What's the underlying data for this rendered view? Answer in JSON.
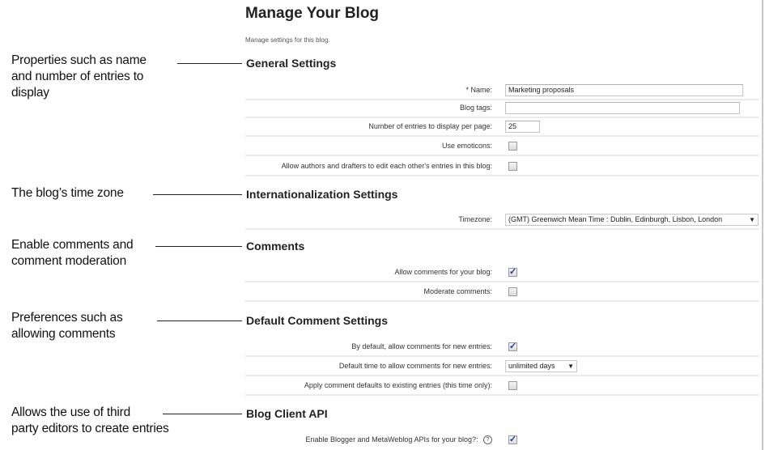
{
  "page": {
    "title": "Manage Your Blog",
    "description": "Manage settings for this blog."
  },
  "annotations": [
    {
      "lines": [
        "Properties such as name",
        "and number of entries to",
        "display"
      ]
    },
    {
      "lines": [
        "The blog’s time zone"
      ]
    },
    {
      "lines": [
        "Enable comments and",
        "comment moderation"
      ]
    },
    {
      "lines": [
        "Preferences such as",
        "allowing comments"
      ]
    },
    {
      "lines": [
        "Allows the use of third",
        "party editors  to create entries"
      ]
    }
  ],
  "sections": {
    "general": {
      "title": "General Settings",
      "name_label": "* Name:",
      "name_value": "Marketing proposals",
      "tags_label": "Blog tags:",
      "tags_value": "",
      "entries_label": "Number of entries to display per page:",
      "entries_value": "25",
      "emoticons_label": "Use emoticons:",
      "emoticons_checked": false,
      "edit_label": "Allow authors and drafters to edit each other's entries in this blog:",
      "edit_checked": false
    },
    "intl": {
      "title": "Internationalization Settings",
      "timezone_label": "Timezone:",
      "timezone_value": "(GMT) Greenwich Mean Time : Dublin, Edinburgh, Lisbon, London"
    },
    "comments": {
      "title": "Comments",
      "allow_label": "Allow comments for your blog:",
      "allow_checked": true,
      "moderate_label": "Moderate comments:",
      "moderate_checked": false
    },
    "default_comments": {
      "title": "Default Comment Settings",
      "allow_new_label": "By default, allow comments for new entries:",
      "allow_new_checked": true,
      "time_label": "Default time to allow comments for new entries:",
      "time_value": "unlimited days",
      "apply_label": "Apply comment defaults to existing entries (this time only):",
      "apply_checked": false
    },
    "api": {
      "title": "Blog Client API",
      "enable_label": "Enable Blogger and MetaWeblog APIs for your blog?:",
      "help_glyph": "?",
      "enable_checked": true
    }
  },
  "icons": {
    "dropdown_arrow": "▼",
    "help": "help-circle-icon",
    "check": "checkmark-icon"
  },
  "colors": {
    "checkmark": "#1d3fa0",
    "row_divider": "#ececec",
    "text": "#222222"
  }
}
